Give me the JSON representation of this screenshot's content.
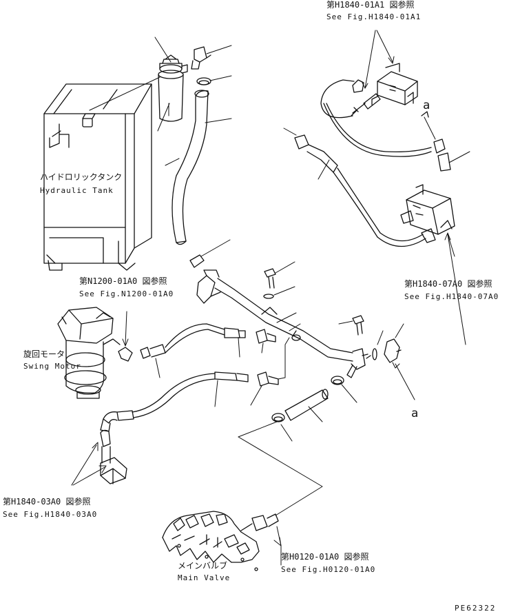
{
  "labels": {
    "top_ref_jp": "第H1840-01A1 図参照",
    "top_ref_en": "See Fig.H1840-01A1",
    "tank_jp": "ハイドロリックタンク",
    "tank_en": "Hydraulic Tank",
    "n1200_jp": "第N1200-01A0 図参照",
    "n1200_en": "See Fig.N1200-01A0",
    "swing_jp": "旋回モータ",
    "swing_en": "Swing Motor",
    "h184007_jp": "第H1840-07A0 図参照",
    "h184007_en": "See Fig.H1840-07A0",
    "h184003_jp": "第H1840-03A0 図参照",
    "h184003_en": "See Fig.H1840-03A0",
    "h0120_jp": "第H0120-01A0 図参照",
    "h0120_en": "See Fig.H0120-01A0",
    "mainvalve_jp": "メインバルブ",
    "mainvalve_en": "Main Valve",
    "marker_a": "a",
    "drawing_code": "PE62322"
  },
  "colors": {
    "ink": "#111111",
    "paper": "#ffffff"
  }
}
